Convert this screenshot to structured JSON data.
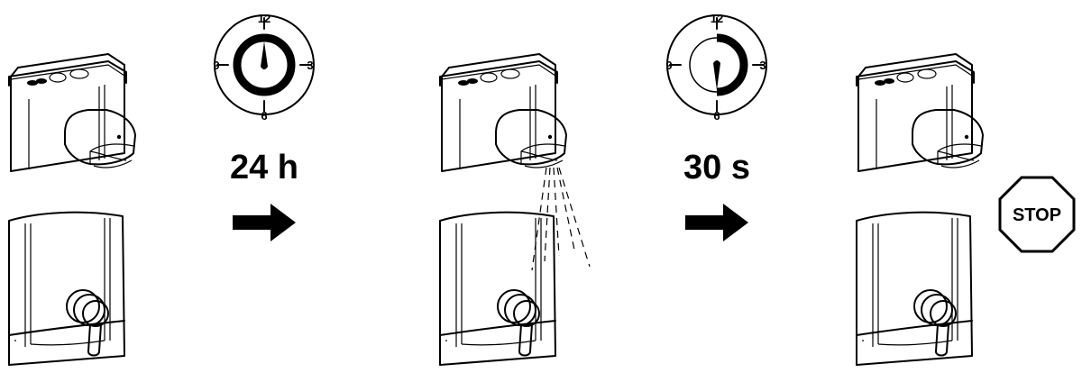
{
  "steps": [
    {
      "timer_label": "24 h",
      "timer_hours": 24
    },
    {
      "timer_label": "30 s",
      "timer_seconds": 30
    }
  ],
  "dial": {
    "n12": "12",
    "n3": "3",
    "n6": "6",
    "n9": "9"
  },
  "stop_sign": {
    "text": "STOP"
  },
  "colors": {
    "ink": "#000000",
    "paper": "#ffffff"
  }
}
